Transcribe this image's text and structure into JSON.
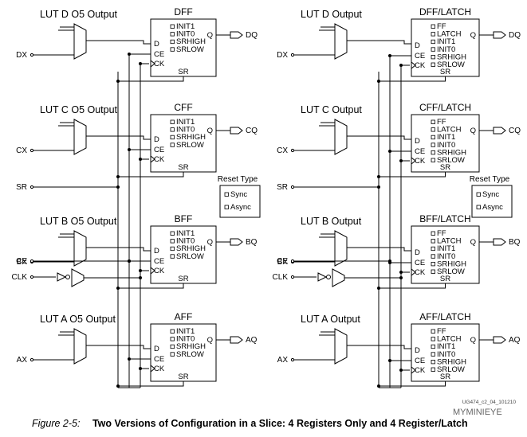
{
  "diagram_id": "UG474_c2_04_101210",
  "caption": {
    "figure": "Figure 2-5:",
    "title": "Two Versions of Configuration in a Slice: 4 Registers Only and 4 Register/Latch"
  },
  "watermark": "MYMINIEYE",
  "reset_type": {
    "title": "Reset Type",
    "options": [
      "Sync",
      "Async"
    ]
  },
  "shared_inputs": {
    "sr": "SR",
    "ce": "CE",
    "clk": "CLK"
  },
  "pins": {
    "d": "D",
    "ce": "CE",
    "ck": "CK",
    "sr": "SR",
    "q": "Q"
  },
  "left": {
    "slices": [
      {
        "lut_label": "LUT D O5 Output",
        "x_input": "DX",
        "reg_title": "DFF",
        "options": [
          "INIT1",
          "INIT0",
          "SRHIGH",
          "SRLOW"
        ],
        "q_output": "DQ"
      },
      {
        "lut_label": "LUT C O5 Output",
        "x_input": "CX",
        "reg_title": "CFF",
        "options": [
          "INIT1",
          "INIT0",
          "SRHIGH",
          "SRLOW"
        ],
        "q_output": "CQ"
      },
      {
        "lut_label": "LUT B O5 Output",
        "x_input": "BX",
        "reg_title": "BFF",
        "options": [
          "INIT1",
          "INIT0",
          "SRHIGH",
          "SRLOW"
        ],
        "q_output": "BQ"
      },
      {
        "lut_label": "LUT A O5 Output",
        "x_input": "AX",
        "reg_title": "AFF",
        "options": [
          "INIT1",
          "INIT0",
          "SRHIGH",
          "SRLOW"
        ],
        "q_output": "AQ"
      }
    ]
  },
  "right": {
    "slices": [
      {
        "lut_label": "LUT D Output",
        "x_input": "DX",
        "reg_title": "DFF/LATCH",
        "options": [
          "FF",
          "LATCH",
          "INIT1",
          "INIT0",
          "SRHIGH",
          "SRLOW"
        ],
        "q_output": "DQ"
      },
      {
        "lut_label": "LUT C Output",
        "x_input": "CX",
        "reg_title": "CFF/LATCH",
        "options": [
          "FF",
          "LATCH",
          "INIT1",
          "INIT0",
          "SRHIGH",
          "SRLOW"
        ],
        "q_output": "CQ"
      },
      {
        "lut_label": "LUT B Output",
        "x_input": "BX",
        "reg_title": "BFF/LATCH",
        "options": [
          "FF",
          "LATCH",
          "INIT1",
          "INIT0",
          "SRHIGH",
          "SRLOW"
        ],
        "q_output": "BQ"
      },
      {
        "lut_label": "LUT A Output",
        "x_input": "AX",
        "reg_title": "AFF/LATCH",
        "options": [
          "FF",
          "LATCH",
          "INIT1",
          "INIT0",
          "SRHIGH",
          "SRLOW"
        ],
        "q_output": "AQ"
      }
    ]
  }
}
